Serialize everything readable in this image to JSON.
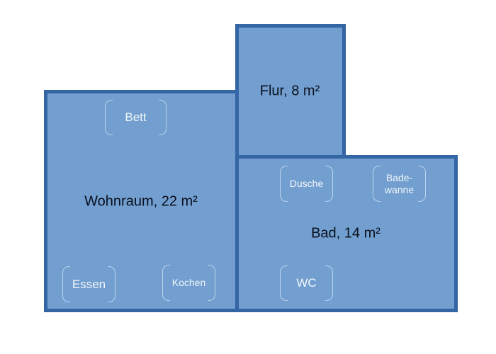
{
  "colors": {
    "room_fill": "#729fcf",
    "wall": "#3465a4",
    "room_label_text": "#0a0f1e",
    "fixture_text": "#f2f6fb",
    "fixture_outline": "#bcd3ee"
  },
  "rooms": {
    "wohnraum": {
      "label": "Wohnraum, 22 m²",
      "fixtures": {
        "bett": "Bett",
        "essen": "Essen",
        "kochen": "Kochen"
      }
    },
    "flur": {
      "label": "Flur, 8 m²"
    },
    "bad": {
      "label": "Bad, 14 m²",
      "fixtures": {
        "dusche": "Dusche",
        "badewanne": "Bade-\nwanne",
        "wc": "WC"
      }
    }
  }
}
